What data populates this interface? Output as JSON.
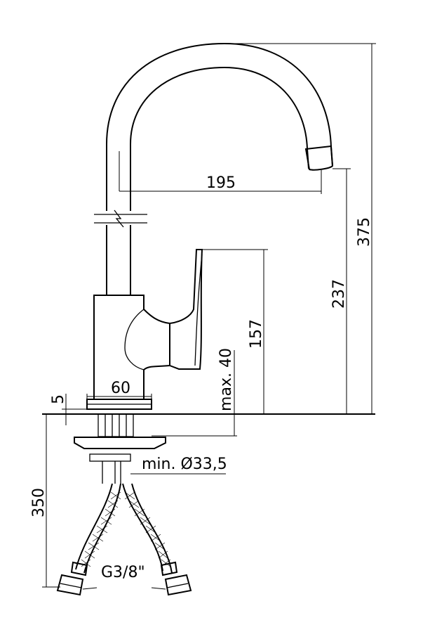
{
  "dimensions": {
    "spout_reach": "195",
    "total_height": "375",
    "spout_outlet_height": "237",
    "handle_height": "157",
    "max_deck_thickness": "max. 40",
    "base_height": "5",
    "base_diameter": "60",
    "mounting_hole": "min. Ø33,5",
    "hose_length": "350",
    "hose_thread": "G3/8\""
  }
}
